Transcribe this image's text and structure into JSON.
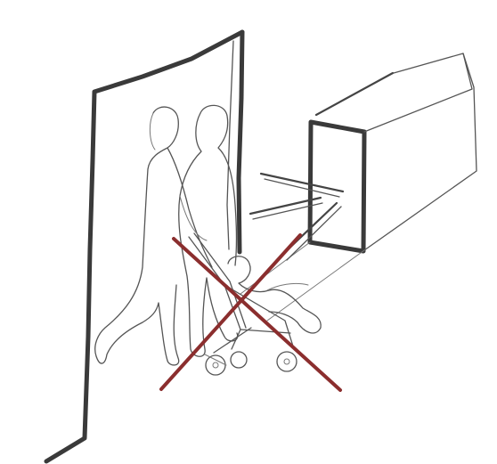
{
  "image": {
    "colors": {
      "background": "#ffffff",
      "ink": "#3a3a3a",
      "cross": "#8b2e2e"
    },
    "icons": [
      "door-frame",
      "people-silhouettes",
      "stroller-with-child",
      "sensor-box",
      "sensor-beams",
      "prohibition-cross"
    ]
  }
}
